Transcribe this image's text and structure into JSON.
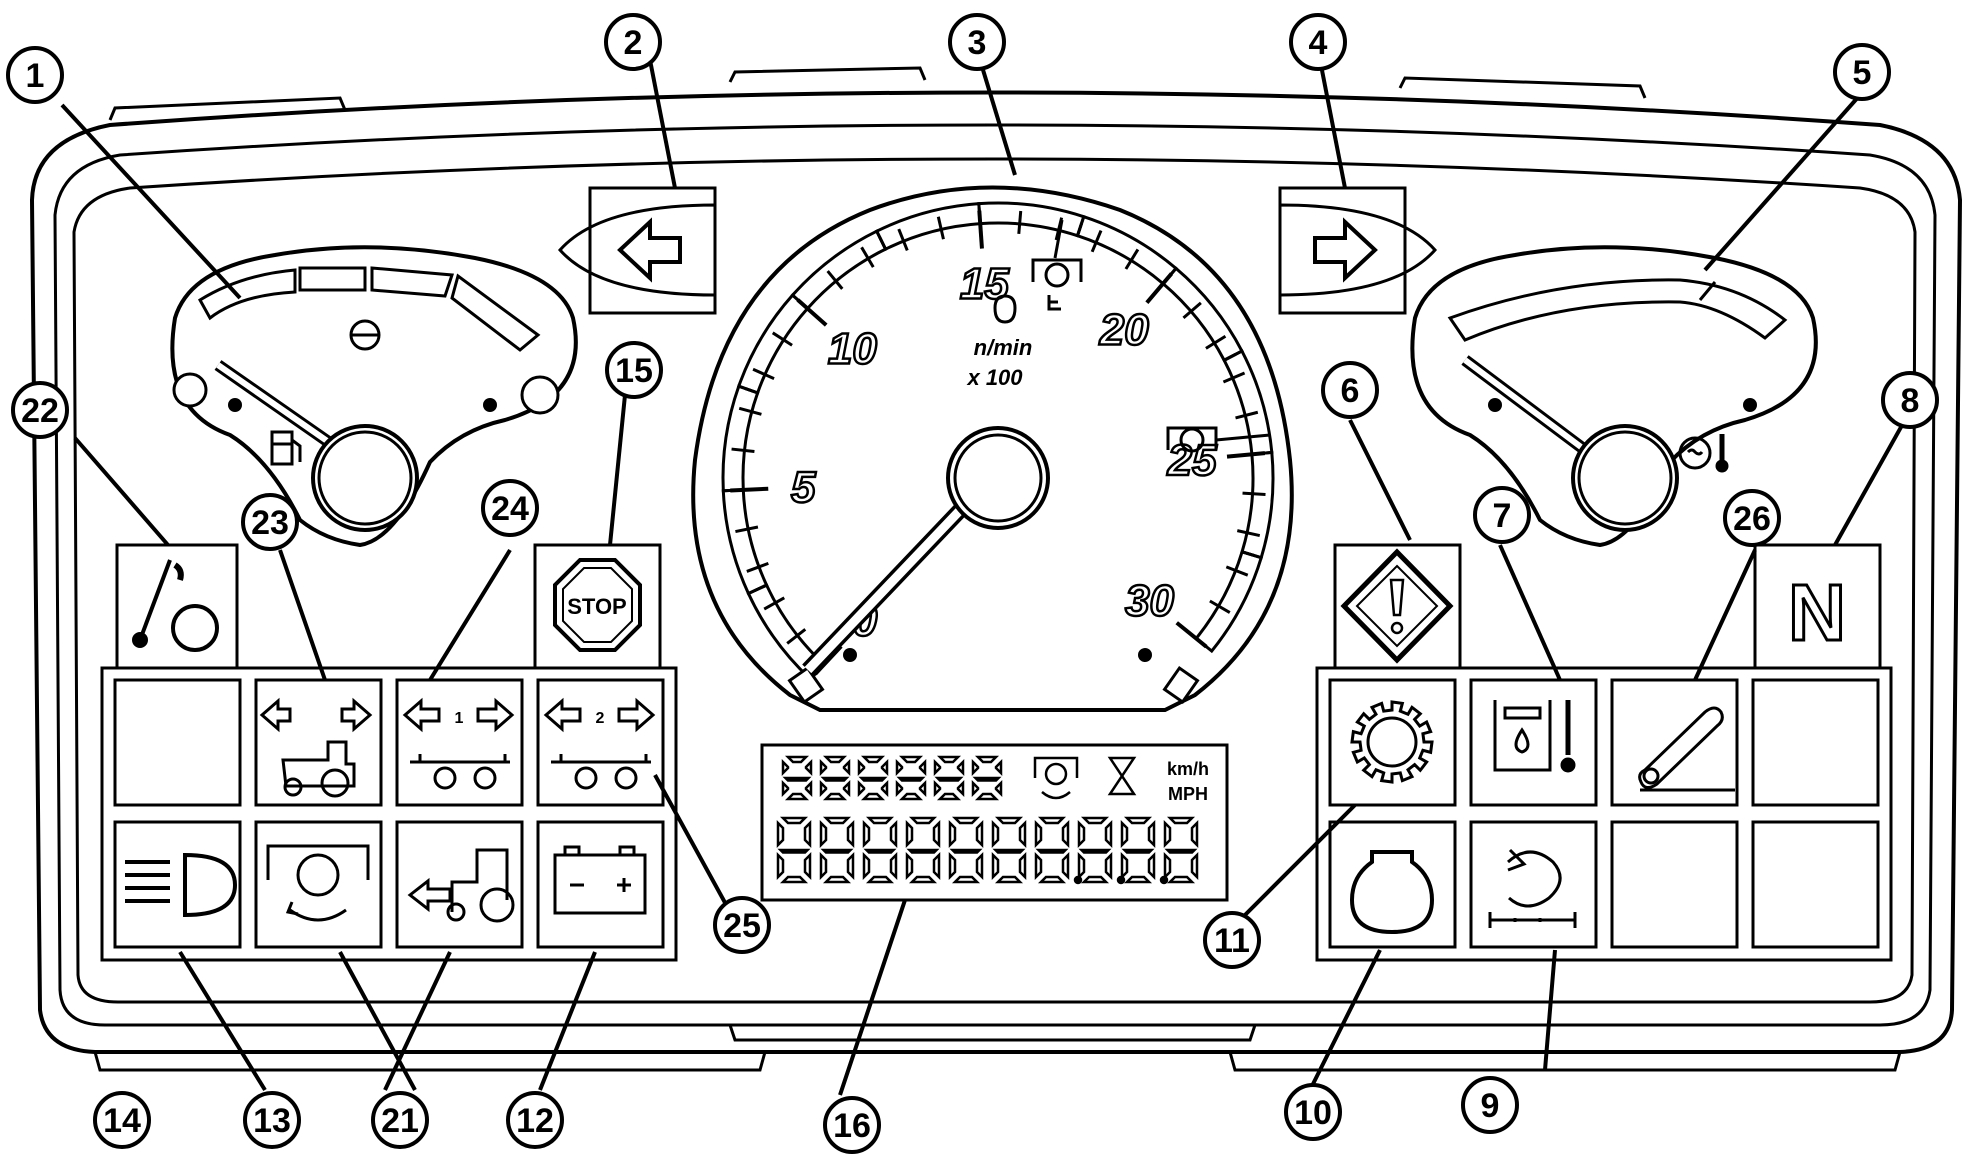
{
  "tacho": {
    "ticks": [
      "0",
      "5",
      "10",
      "15",
      "20",
      "25",
      "30"
    ],
    "unit": "n/min",
    "multiplier": "x 100"
  },
  "lcd": {
    "speed_kmh": "km/h",
    "speed_mph": "MPH"
  },
  "indicators": {
    "stop_label": "STOP",
    "neutral_label": "N"
  },
  "callouts": [
    "1",
    "2",
    "3",
    "4",
    "5",
    "6",
    "7",
    "8",
    "9",
    "10",
    "11",
    "12",
    "13",
    "14",
    "15",
    "16",
    "21",
    "22",
    "23",
    "24",
    "25",
    "26"
  ],
  "colors": {
    "ink": "#000000",
    "paper": "#ffffff"
  }
}
